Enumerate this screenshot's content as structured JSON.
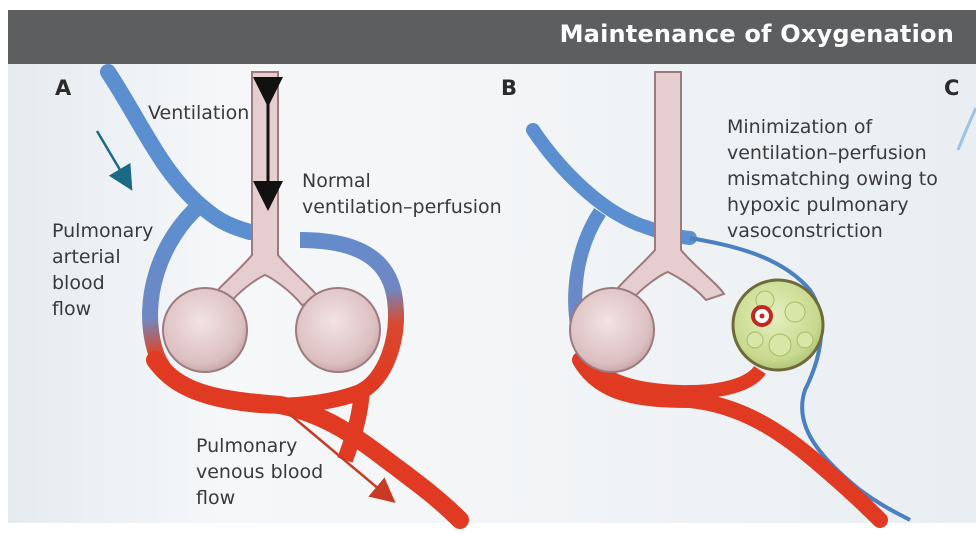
{
  "header": {
    "title": "Maintenance of Oxygenation"
  },
  "panels": [
    {
      "letter": "A",
      "labels": {
        "ventilation": "Ventilation",
        "normal": "Normal\nventilation–perfusion",
        "arterial": "Pulmonary\narterial\nblood\nflow",
        "venous": "Pulmonary\nvenous blood\nflow"
      }
    },
    {
      "letter": "B",
      "labels": {
        "minimization": "Minimization of\nventilation–perfusion\nmismatching owing to\nhypoxic pulmonary\nvasoconstriction"
      }
    },
    {
      "letter": "C"
    }
  ],
  "colors": {
    "artery": "#5b8fd0",
    "vein": "#e03a22",
    "alveolus": "#e9d3d3",
    "fluid": "#cfe0a0"
  }
}
